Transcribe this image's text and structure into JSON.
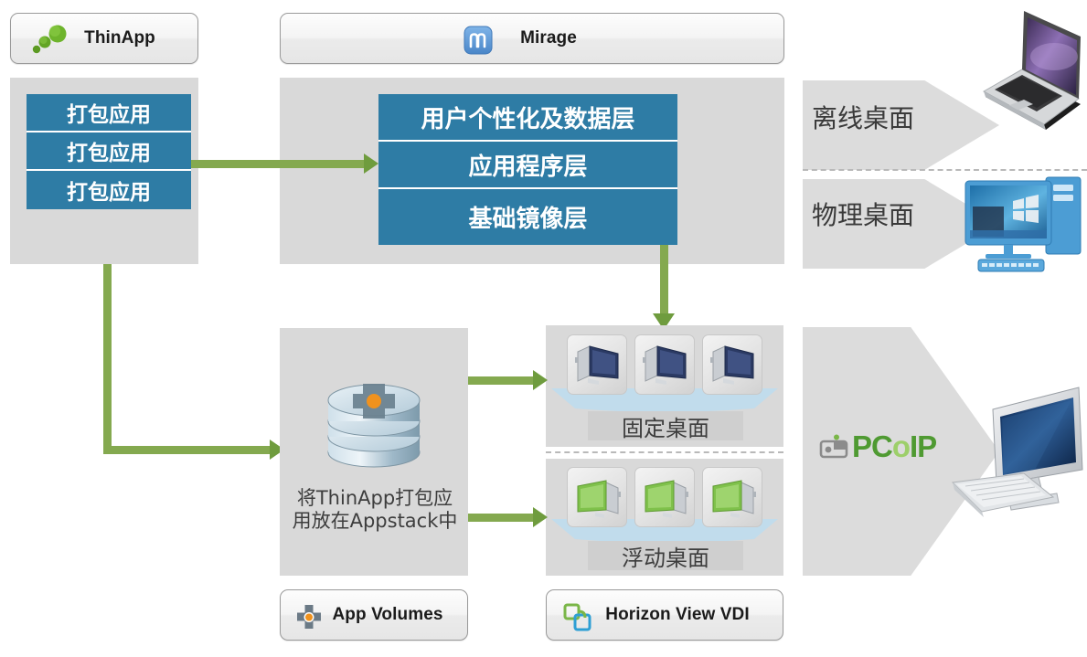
{
  "diagram": {
    "title": "VMware ThinApp / Mirage / App Volumes / Horizon View VDI architecture",
    "colors": {
      "blue_layer": "#2e7ca5",
      "green_arrow": "#84a94f",
      "green_arrow_head": "#6f9c3e",
      "panel_gray": "#d9d9d9",
      "wedge_gray": "#dcdcdc",
      "caption_gray": "#cfcfcf",
      "pcoip_green_dark": "#4f9a32",
      "pcoip_green_light": "#9dcf6a",
      "mirage_blue": "#5b9bd5",
      "appvolumes_gray": "#6b7a86",
      "appvolumes_orange": "#f0921e",
      "horizon_green": "#7ab648",
      "horizon_blue": "#2e9fd4"
    }
  },
  "thinapp": {
    "chip_label": "ThinApp",
    "icon": "thinapp-bubbles-icon",
    "packages": [
      {
        "label": "打包应用"
      },
      {
        "label": "打包应用"
      },
      {
        "label": "打包应用"
      }
    ]
  },
  "mirage": {
    "chip_label": "Mirage",
    "icon": "mirage-m-icon",
    "layers": [
      {
        "label": "用户个性化及数据层"
      },
      {
        "label": "应用程序层"
      },
      {
        "label": "基础镜像层"
      }
    ]
  },
  "app_volumes": {
    "chip_label": "App Volumes",
    "icon": "app-volumes-cross-icon",
    "stack_icon": "appstack-database-icon",
    "note_line1": "将ThinApp打包应",
    "note_line2": "用放在Appstack中"
  },
  "horizon": {
    "chip_label": "Horizon View VDI",
    "icon": "horizon-squares-icon",
    "groups": [
      {
        "caption": "固定桌面",
        "tiles": 3,
        "screen_tint": "blue"
      },
      {
        "caption": "浮动桌面",
        "tiles": 3,
        "screen_tint": "green"
      }
    ]
  },
  "endpoints": {
    "offline": {
      "label": "离线桌面",
      "device_icon": "laptop-icon"
    },
    "physical": {
      "label": "物理桌面",
      "device_icon": "desktop-tower-icon"
    },
    "remote": {
      "protocol_text_1": "PC",
      "protocol_text_2": "o",
      "protocol_text_3": "IP",
      "protocol_icon": "pcoip-camera-icon",
      "device_icon": "monitor-keyboard-icon"
    }
  }
}
